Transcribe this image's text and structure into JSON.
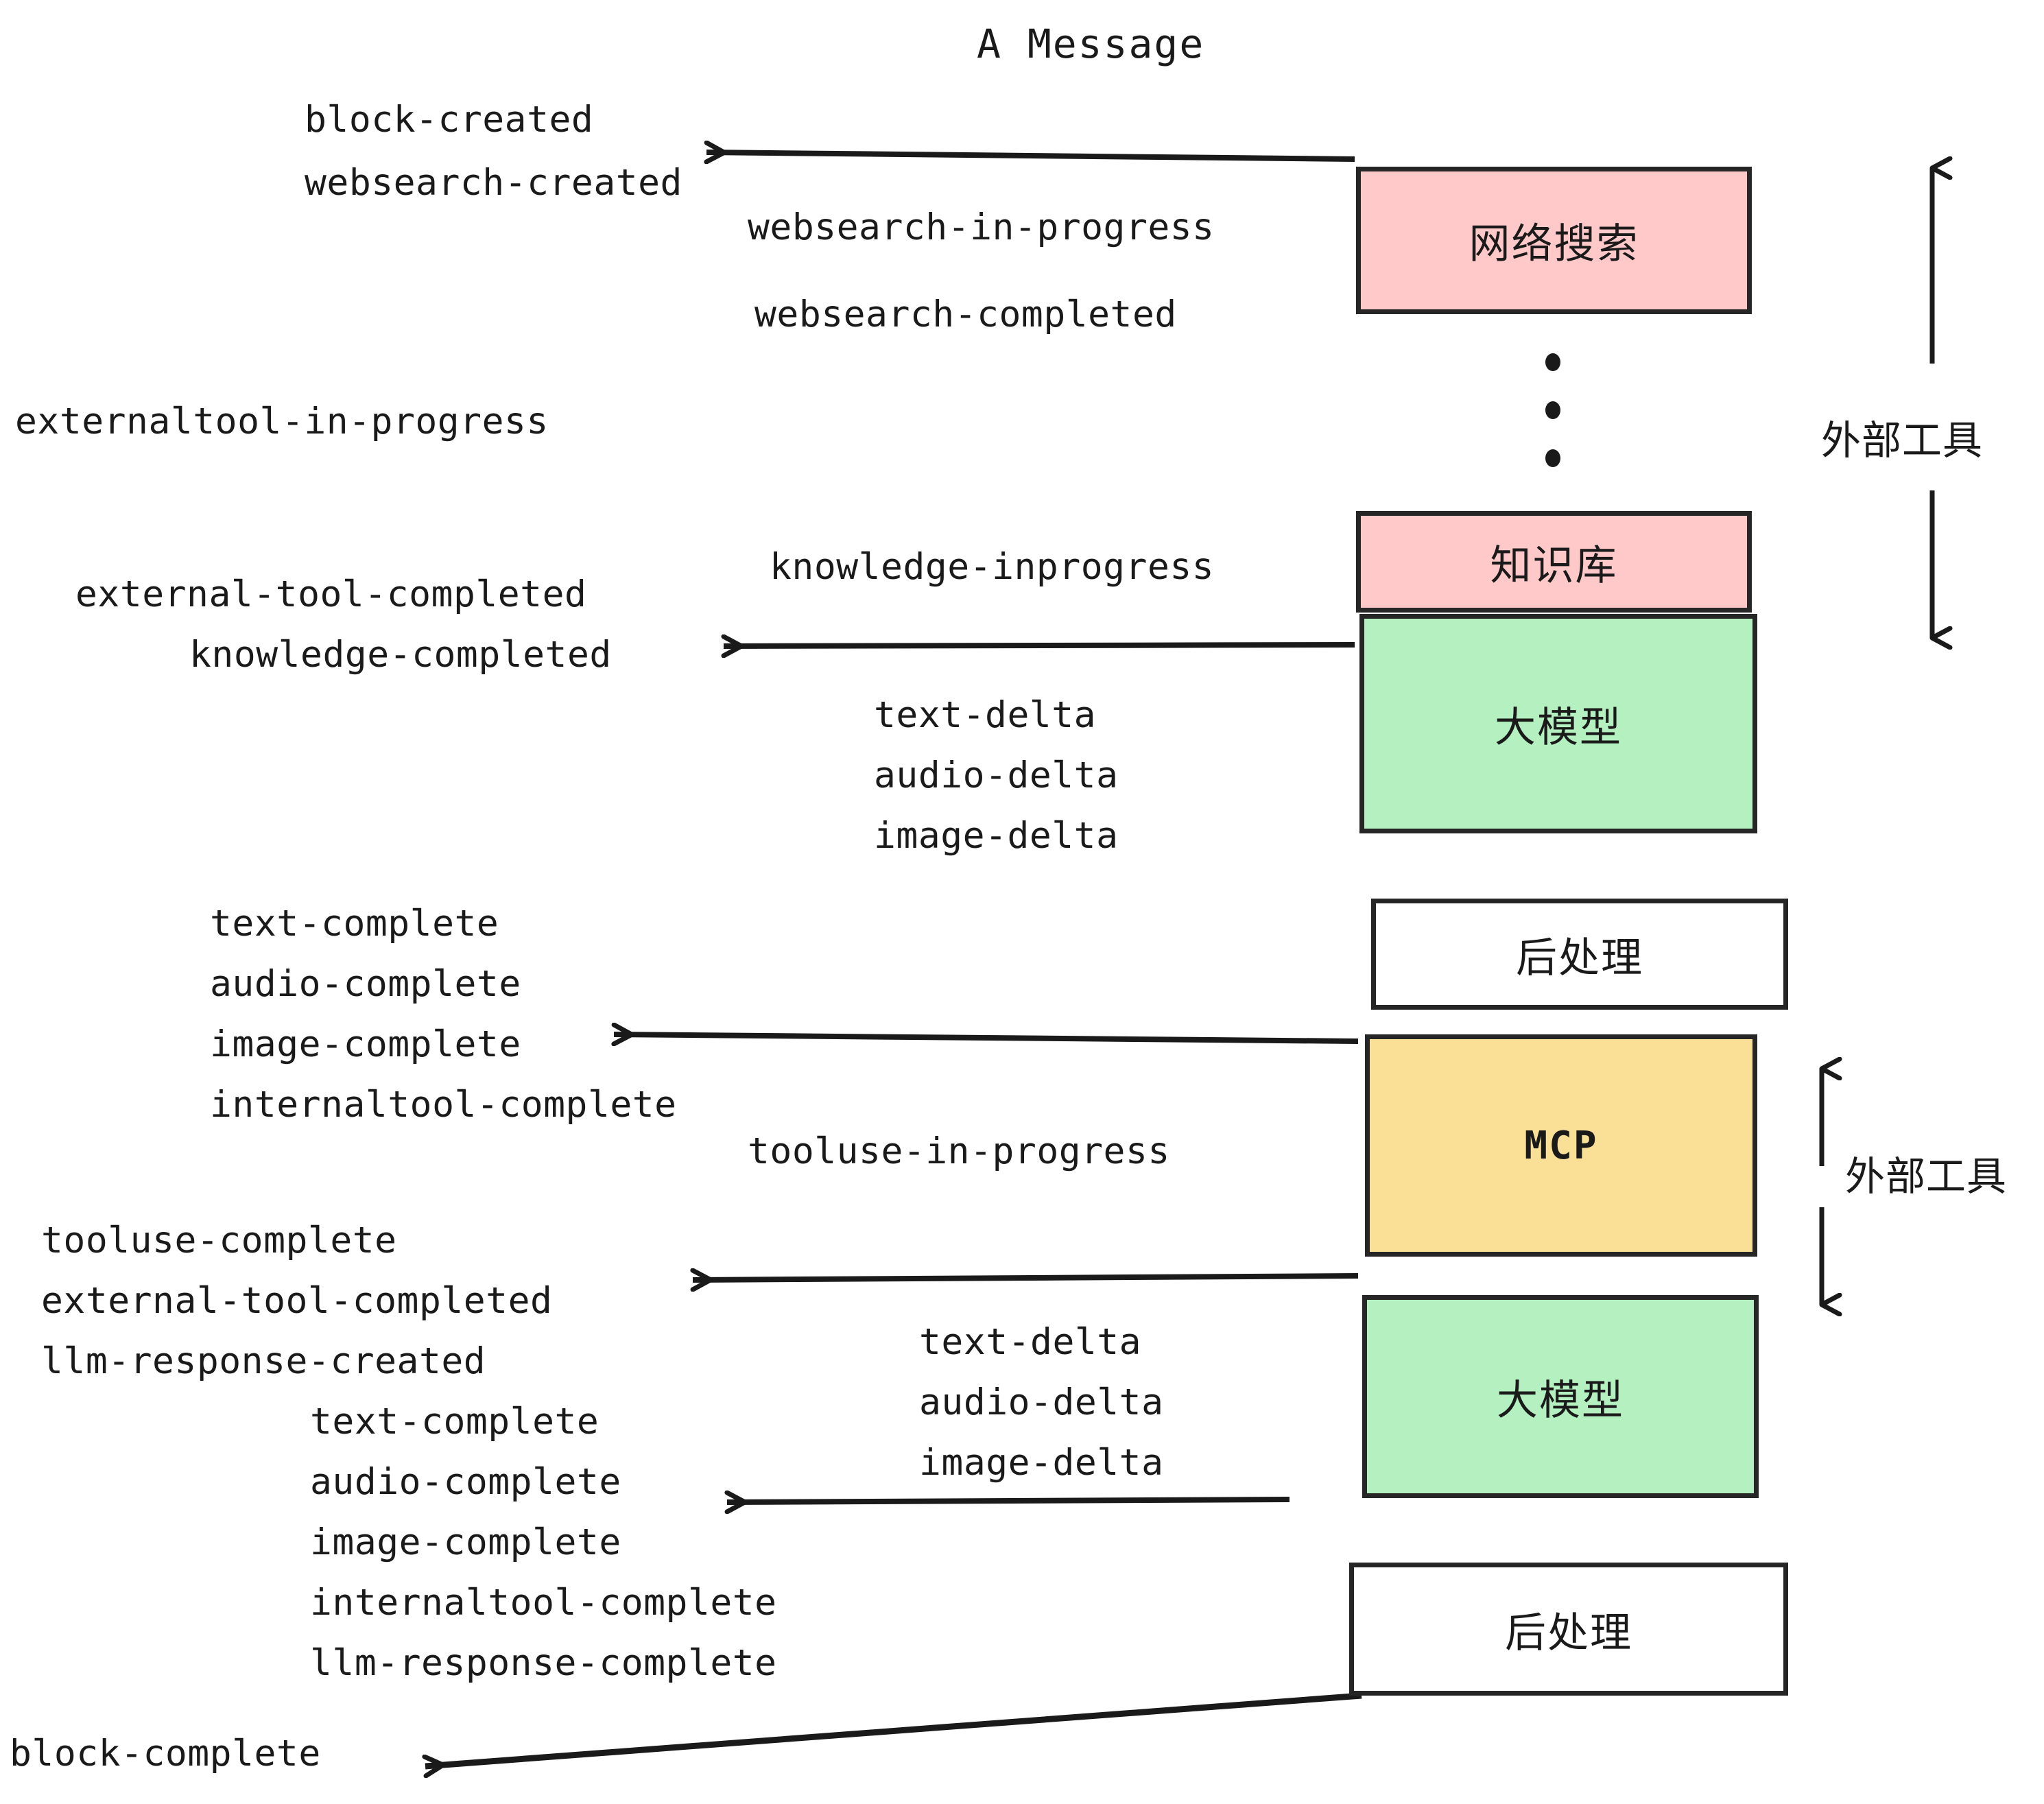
{
  "title": "A Message",
  "colors": {
    "pink": "#FFC9C9",
    "green": "#B5F0C1",
    "yellow": "#FAE096",
    "white": "#FFFFFF",
    "stroke": "#262626",
    "text": "#1A1A1A",
    "background": "#FFFFFF"
  },
  "boxes": [
    {
      "id": "websearch",
      "label": "网络搜索",
      "fill": "pink"
    },
    {
      "id": "knowledge",
      "label": "知识库",
      "fill": "pink"
    },
    {
      "id": "llm-1",
      "label": "大模型",
      "fill": "green"
    },
    {
      "id": "postprocess-1",
      "label": "后处理",
      "fill": "white"
    },
    {
      "id": "mcp",
      "label": "MCP",
      "fill": "yellow"
    },
    {
      "id": "llm-2",
      "label": "大模型",
      "fill": "green"
    },
    {
      "id": "postprocess-2",
      "label": "后处理",
      "fill": "white"
    }
  ],
  "side_labels": [
    {
      "id": "external-tools-top",
      "label": "外部工具"
    },
    {
      "id": "external-tools-bottom",
      "label": "外部工具"
    }
  ],
  "events": [
    {
      "id": "ev-01",
      "text": "block-created"
    },
    {
      "id": "ev-02",
      "text": "websearch-created"
    },
    {
      "id": "ev-03",
      "text": "websearch-in-progress"
    },
    {
      "id": "ev-04",
      "text": "websearch-completed"
    },
    {
      "id": "ev-05",
      "text": "externaltool-in-progress"
    },
    {
      "id": "ev-06",
      "text": "knowledge-inprogress"
    },
    {
      "id": "ev-07",
      "text": "external-tool-completed"
    },
    {
      "id": "ev-08",
      "text": "knowledge-completed"
    },
    {
      "id": "ev-09",
      "text": "text-delta"
    },
    {
      "id": "ev-10",
      "text": "audio-delta"
    },
    {
      "id": "ev-11",
      "text": "image-delta"
    },
    {
      "id": "ev-12",
      "text": "text-complete"
    },
    {
      "id": "ev-13",
      "text": "audio-complete"
    },
    {
      "id": "ev-14",
      "text": "image-complete"
    },
    {
      "id": "ev-15",
      "text": "internaltool-complete"
    },
    {
      "id": "ev-16",
      "text": "tooluse-in-progress"
    },
    {
      "id": "ev-17",
      "text": "tooluse-complete"
    },
    {
      "id": "ev-18",
      "text": "external-tool-completed"
    },
    {
      "id": "ev-19",
      "text": "llm-response-created"
    },
    {
      "id": "ev-20",
      "text": "text-delta"
    },
    {
      "id": "ev-21",
      "text": "audio-delta"
    },
    {
      "id": "ev-22",
      "text": "image-delta"
    },
    {
      "id": "ev-23",
      "text": "text-complete"
    },
    {
      "id": "ev-24",
      "text": "audio-complete"
    },
    {
      "id": "ev-25",
      "text": "image-complete"
    },
    {
      "id": "ev-26",
      "text": "internaltool-complete"
    },
    {
      "id": "ev-27",
      "text": "llm-response-complete"
    },
    {
      "id": "ev-28",
      "text": "block-complete"
    }
  ]
}
